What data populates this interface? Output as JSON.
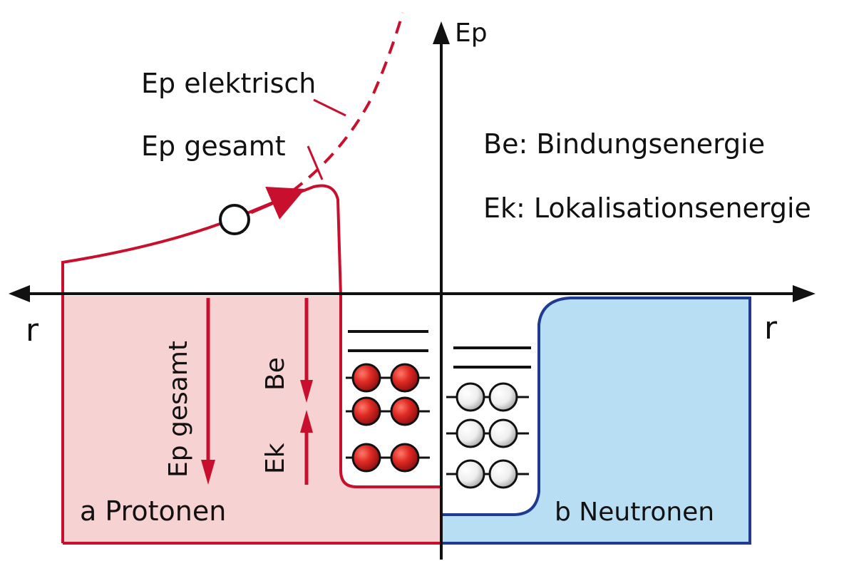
{
  "labels": {
    "axis_y": "Ep",
    "axis_r_left": "r",
    "axis_r_right": "r",
    "ep_elektrisch": "Ep elektrisch",
    "ep_gesamt": "Ep gesamt",
    "legend_be": "Be: Bindungsenergie",
    "legend_ek": "Ek: Lokalisationsenergie",
    "arrow_ep_gesamt": "Ep gesamt",
    "arrow_ek": "Ek",
    "arrow_be": "Be",
    "panel_a": "a Protonen",
    "panel_b": "b Neutronen"
  },
  "colors": {
    "proton_well_fill": "#f7d2d3",
    "proton_line": "#c8102e",
    "neutron_well_fill": "#b8def3",
    "neutron_line": "#1f3a93",
    "axis": "#111111",
    "proton_ball": "#d8201f",
    "neutron_ball": "#f2f2f2"
  },
  "icons": {
    "particle": "white-circle",
    "proton": "red-ball",
    "neutron": "white-ball"
  }
}
